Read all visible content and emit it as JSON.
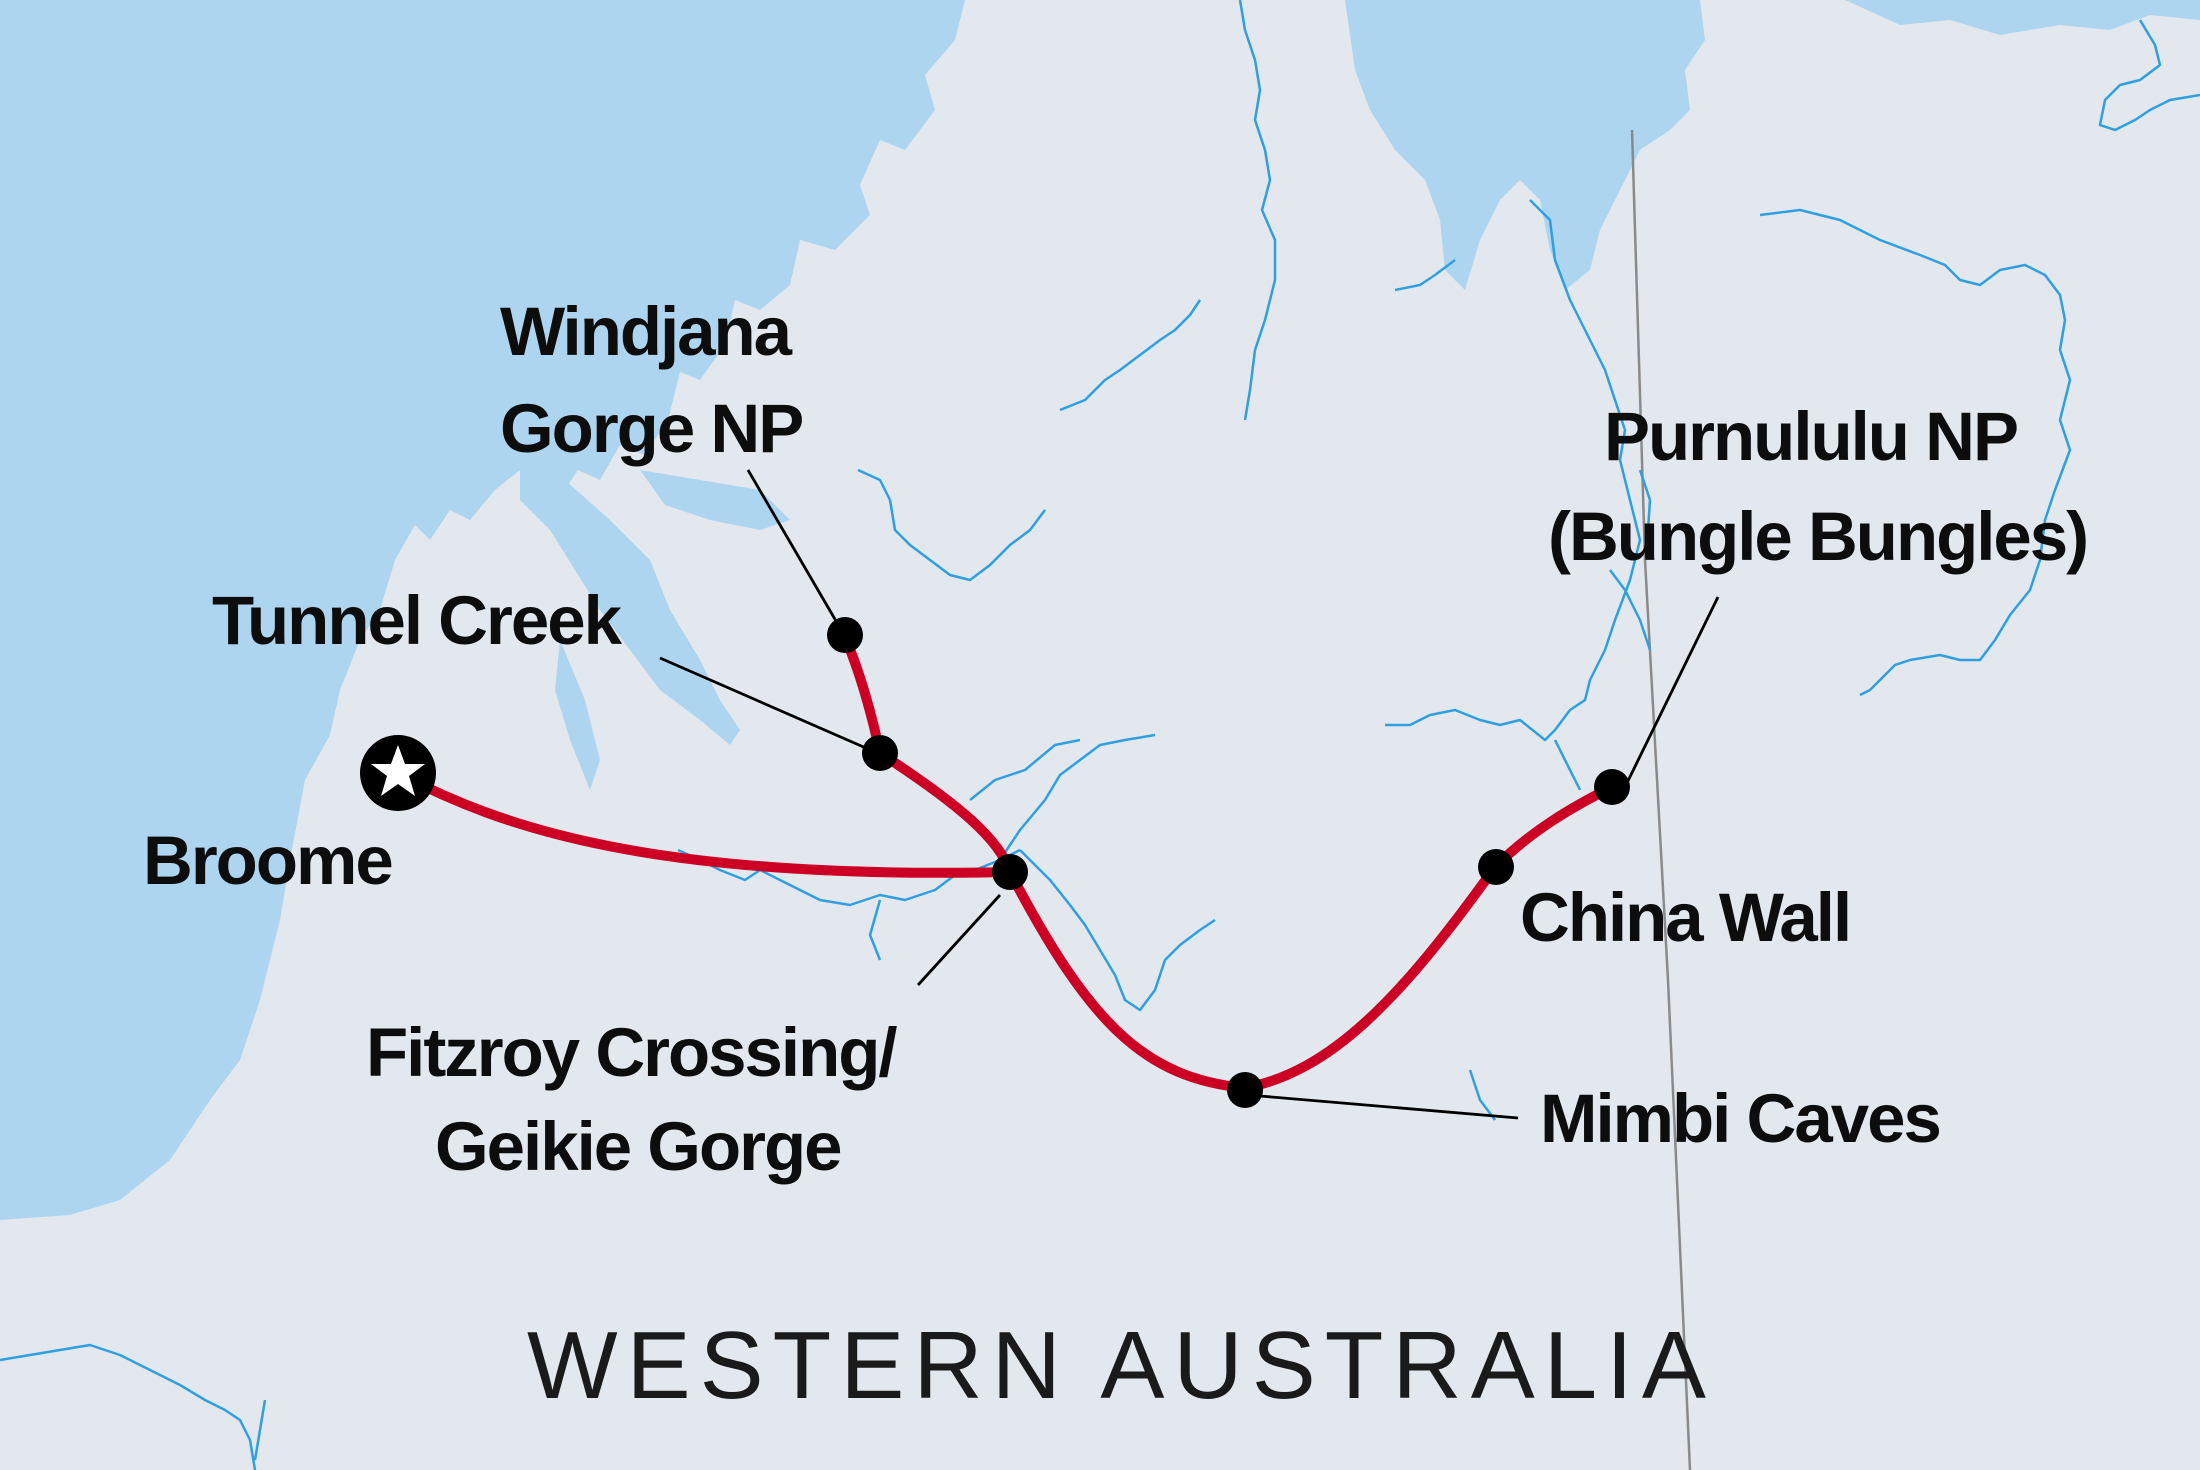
{
  "map": {
    "region": "WESTERN AUSTRALIA",
    "colors": {
      "land": "#e3e8ef",
      "sea": "#aed5f0",
      "river": "#2f9fe0",
      "route": "#cc0025",
      "border": "#8a8a8a",
      "marker": "#000000"
    },
    "start": {
      "name": "Broome",
      "marker_icon": "star-icon"
    },
    "stops": [
      {
        "id": "windjana",
        "lines": [
          "Windjana",
          "Gorge NP"
        ]
      },
      {
        "id": "tunnel-creek",
        "lines": [
          "Tunnel Creek"
        ]
      },
      {
        "id": "fitzroy",
        "lines": [
          "Fitzroy Crossing/",
          "Geikie Gorge"
        ]
      },
      {
        "id": "mimbi",
        "lines": [
          "Mimbi Caves"
        ]
      },
      {
        "id": "china-wall",
        "lines": [
          "China Wall"
        ]
      },
      {
        "id": "purnululu",
        "lines": [
          "Purnululu NP",
          "(Bungle Bungles)"
        ]
      }
    ]
  }
}
